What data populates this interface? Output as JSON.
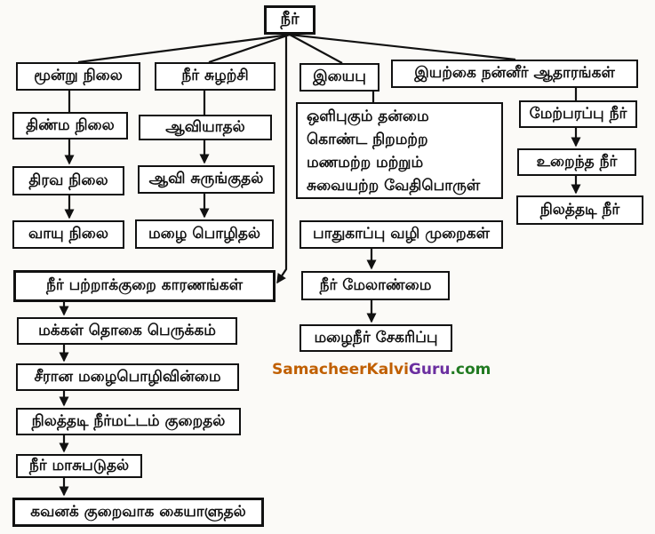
{
  "root": {
    "label": "நீர்"
  },
  "three_states": {
    "label": "மூன்று நிலை",
    "items": [
      "திண்ம நிலை",
      "திரவ நிலை",
      "வாயு நிலை"
    ]
  },
  "water_cycle": {
    "label": "நீர் சுழற்சி",
    "items": [
      "ஆவியாதல்",
      "ஆவி சுருங்குதல்",
      "மழை பொழிதல்"
    ]
  },
  "composition": {
    "label": "இயைபு",
    "description_lines": [
      "ஒளிபுகும் தன்மை",
      "கொண்ட நிறமற்ற",
      "மணமற்ற மற்றும்",
      "சுவையற்ற வேதிபொருள்"
    ]
  },
  "safety": {
    "label": "பாதுகாப்பு வழி முறைகள்",
    "items": [
      "நீர் மேலாண்மை",
      "மழைநீர் சேகரிப்பு"
    ]
  },
  "freshwater_sources": {
    "label": "இயற்கை நன்னீர் ஆதாரங்கள்",
    "items": [
      "மேற்பரப்பு நீர்",
      "உறைந்த நீர்",
      "நிலத்தடி நீர்"
    ]
  },
  "scarcity": {
    "label": "நீர் பற்றாக்குறை காரணங்கள்",
    "items": [
      "மக்கள் தொகை பெருக்கம்",
      "சீரான மழைபொழிவின்மை",
      "நிலத்தடி நீர்மட்டம் குறைதல்",
      "நீர் மாசுபடுதல்",
      "கவனக் குறைவாக கையாளுதல்"
    ]
  },
  "watermark": {
    "segments": [
      {
        "text": "SamacheerKalvi",
        "color": "#c05f00"
      },
      {
        "text": "Guru",
        "color": "#6b2fa0"
      },
      {
        "text": ".com",
        "color": "#217a21"
      }
    ]
  },
  "colors": {
    "line": "#111111",
    "box_border": "#111111",
    "text": "#111111",
    "background": "#fbfaf7"
  }
}
